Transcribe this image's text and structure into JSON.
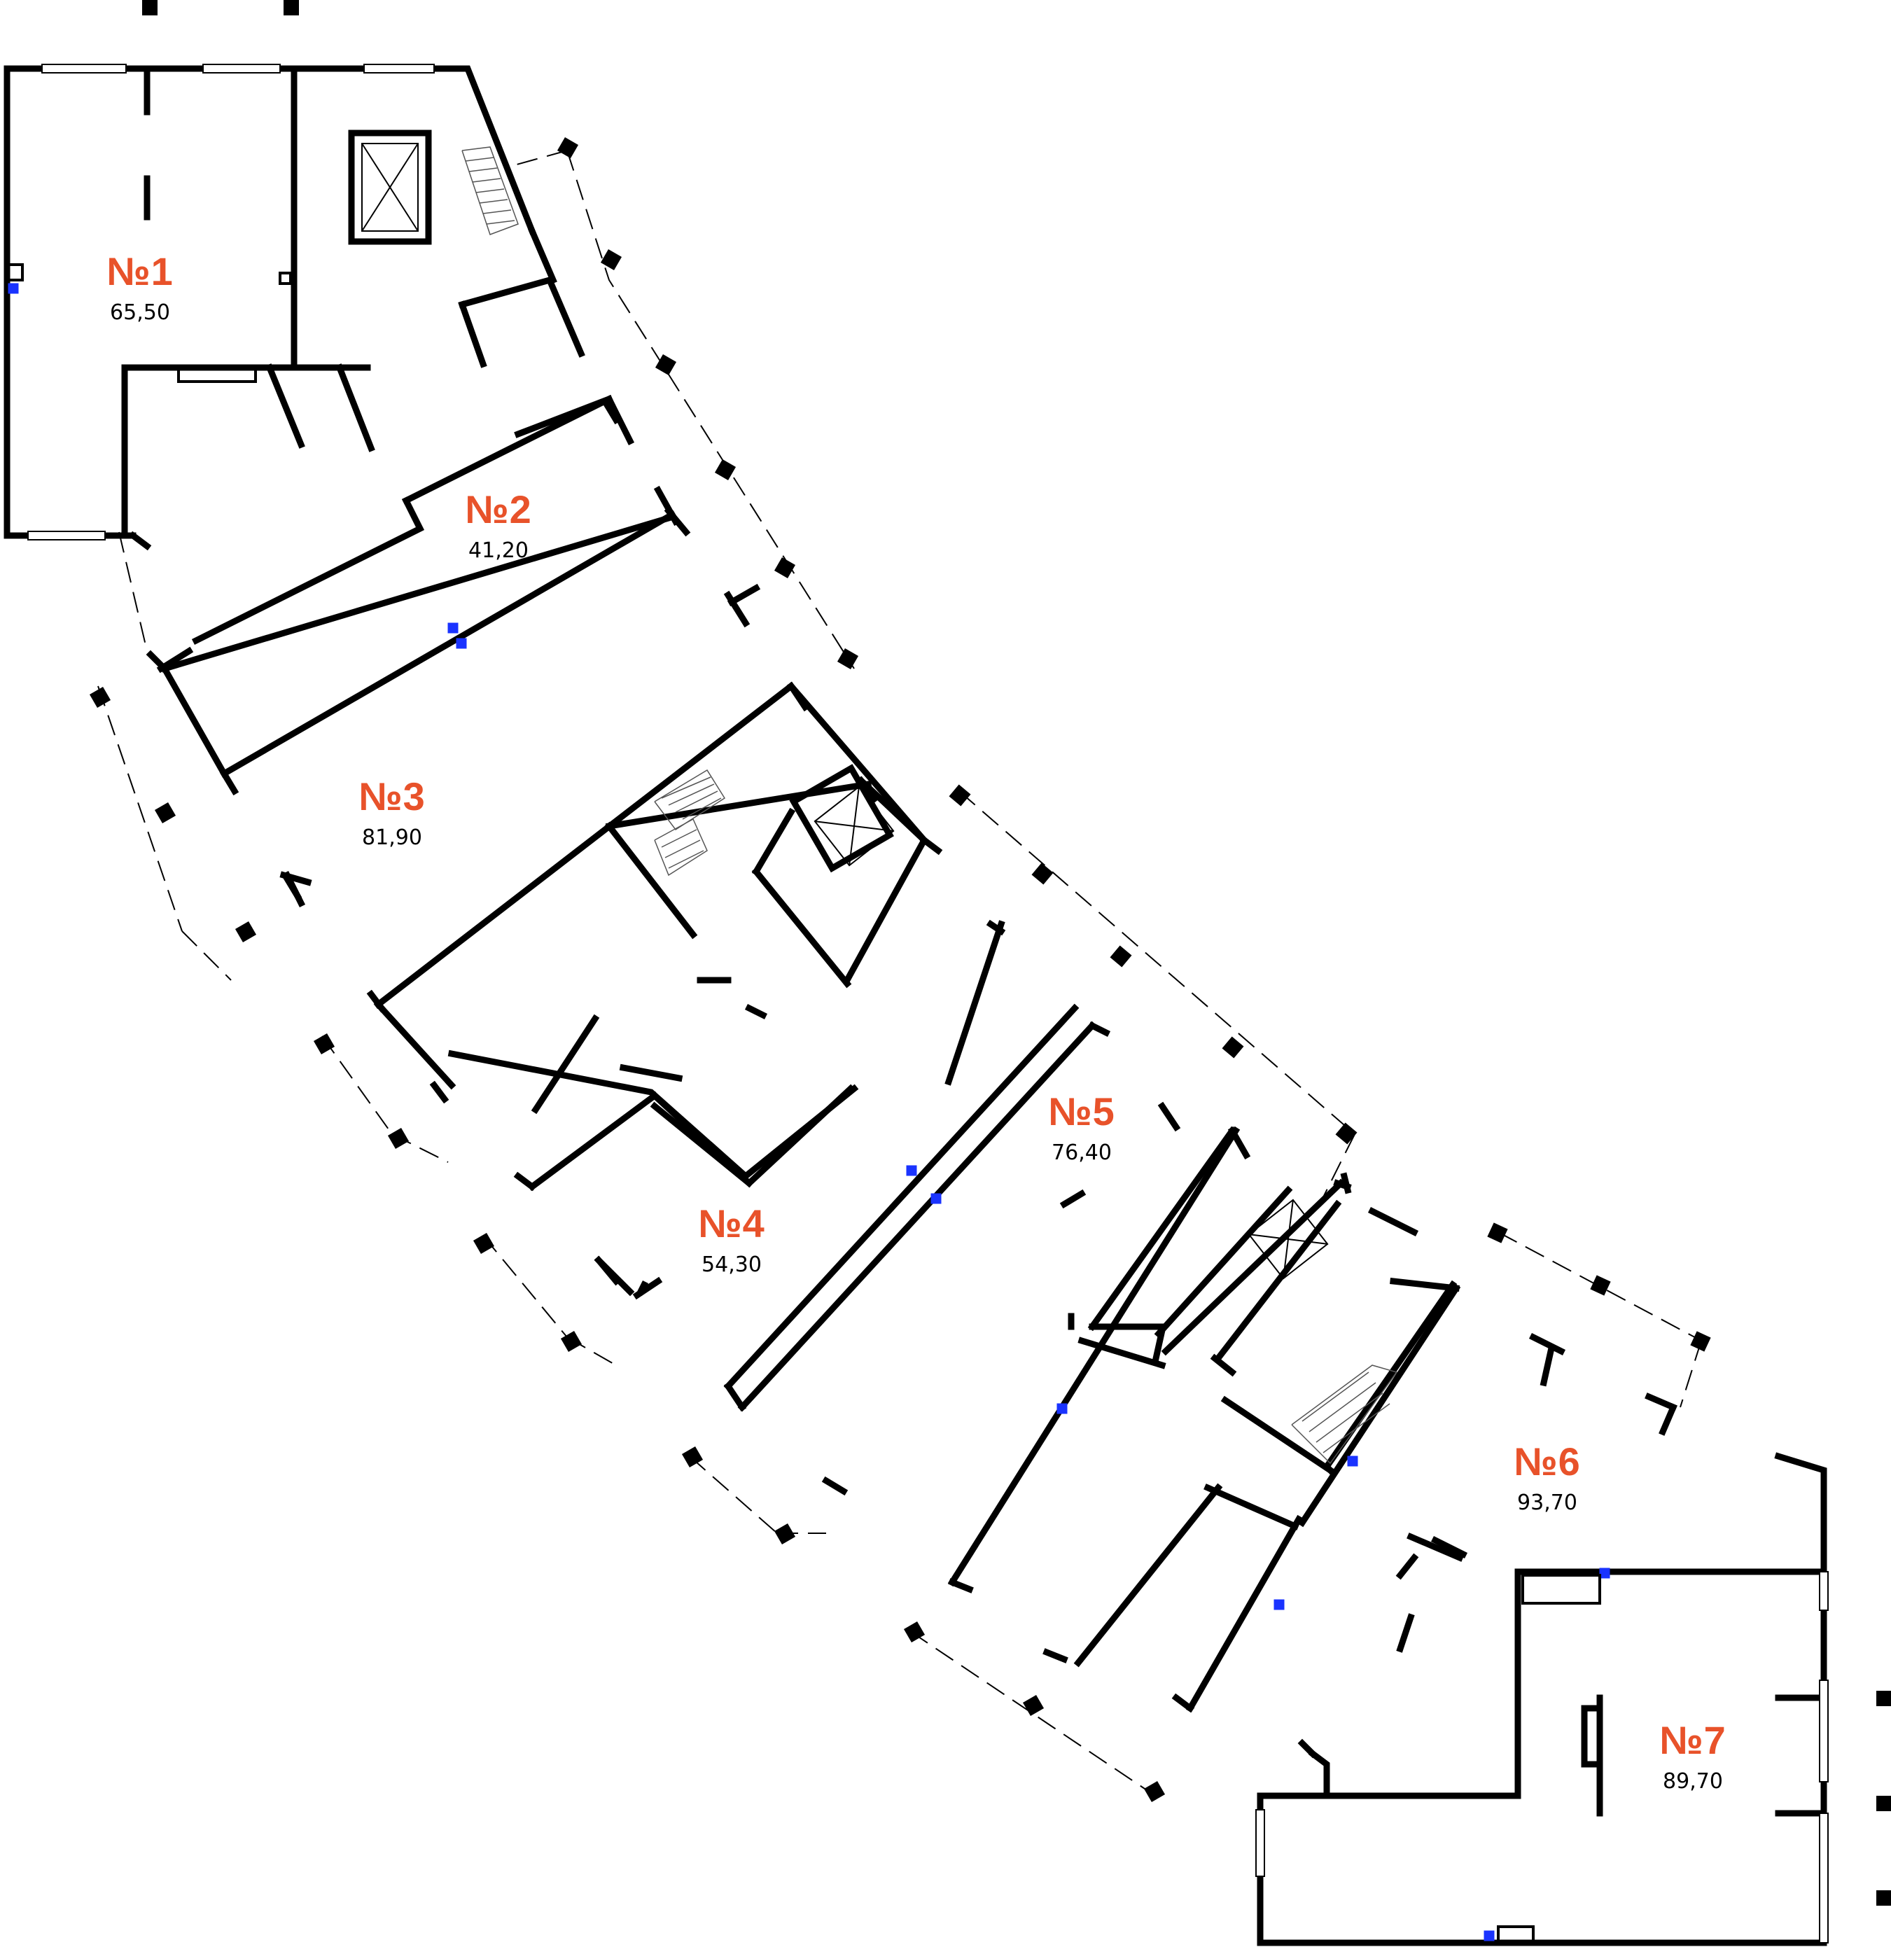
{
  "units": [
    {
      "number": "№1",
      "area": "65,50"
    },
    {
      "number": "№2",
      "area": "41,20"
    },
    {
      "number": "№3",
      "area": "81,90"
    },
    {
      "number": "№4",
      "area": "54,30"
    },
    {
      "number": "№5",
      "area": "76,40"
    },
    {
      "number": "№6",
      "area": "93,70"
    },
    {
      "number": "№7",
      "area": "89,70"
    }
  ],
  "colors": {
    "unit_label": "#e8522a",
    "walls": "#000000",
    "riser_marker": "#1a33ff"
  }
}
